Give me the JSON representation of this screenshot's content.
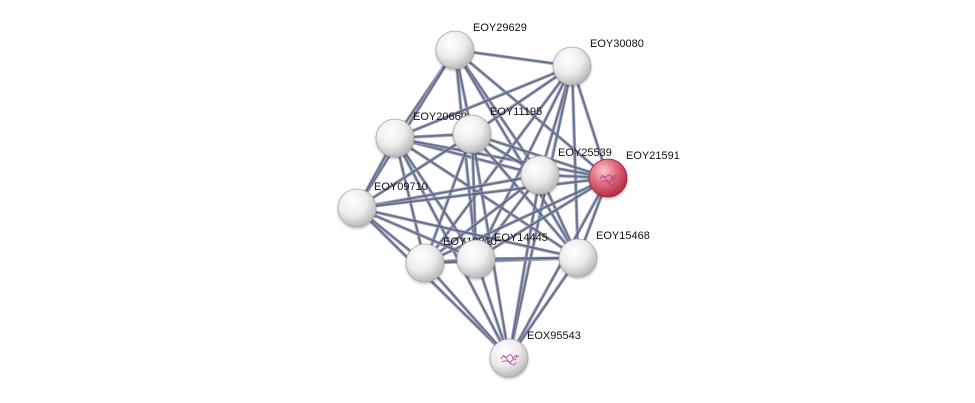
{
  "network": {
    "nodes": [
      {
        "id": "EOY29629",
        "label": "EOY29629",
        "color": "white"
      },
      {
        "id": "EOY30080",
        "label": "EOY30080",
        "color": "white"
      },
      {
        "id": "EOY20662",
        "label": "EOY20662",
        "color": "white"
      },
      {
        "id": "EOY11195",
        "label": "EOY11195",
        "color": "white"
      },
      {
        "id": "EOY25539",
        "label": "EOY25539",
        "color": "white"
      },
      {
        "id": "EOY21591",
        "label": "EOY21591",
        "color": "red",
        "has_structure": true
      },
      {
        "id": "EOY09710",
        "label": "EOY09710",
        "color": "white"
      },
      {
        "id": "EOY19810",
        "label": "EOY19810",
        "color": "white"
      },
      {
        "id": "EOY14445",
        "label": "EOY14445",
        "color": "white"
      },
      {
        "id": "EOY15468",
        "label": "EOY15468",
        "color": "white"
      },
      {
        "id": "EOX95543",
        "label": "EOX95543",
        "color": "white",
        "has_structure": true
      }
    ],
    "edges": [
      [
        "EOY29629",
        "EOY20662"
      ],
      [
        "EOY29629",
        "EOY11195"
      ],
      [
        "EOY29629",
        "EOY25539"
      ],
      [
        "EOY29629",
        "EOY21591"
      ],
      [
        "EOY29629",
        "EOY09710"
      ],
      [
        "EOY29629",
        "EOY14445"
      ],
      [
        "EOY29629",
        "EOY15468"
      ],
      [
        "EOY29629",
        "EOY30080"
      ],
      [
        "EOY30080",
        "EOY20662"
      ],
      [
        "EOY30080",
        "EOY11195"
      ],
      [
        "EOY30080",
        "EOY25539"
      ],
      [
        "EOY30080",
        "EOY21591"
      ],
      [
        "EOY30080",
        "EOY19810"
      ],
      [
        "EOY30080",
        "EOY14445"
      ],
      [
        "EOY30080",
        "EOY15468"
      ],
      [
        "EOY30080",
        "EOX95543"
      ],
      [
        "EOY20662",
        "EOY11195"
      ],
      [
        "EOY20662",
        "EOY25539"
      ],
      [
        "EOY20662",
        "EOY21591"
      ],
      [
        "EOY20662",
        "EOY09710"
      ],
      [
        "EOY20662",
        "EOY19810"
      ],
      [
        "EOY20662",
        "EOY14445"
      ],
      [
        "EOY20662",
        "EOY15468"
      ],
      [
        "EOY20662",
        "EOX95543"
      ],
      [
        "EOY11195",
        "EOY25539"
      ],
      [
        "EOY11195",
        "EOY21591"
      ],
      [
        "EOY11195",
        "EOY09710"
      ],
      [
        "EOY11195",
        "EOY19810"
      ],
      [
        "EOY11195",
        "EOY14445"
      ],
      [
        "EOY11195",
        "EOY15468"
      ],
      [
        "EOY11195",
        "EOX95543"
      ],
      [
        "EOY25539",
        "EOY21591"
      ],
      [
        "EOY25539",
        "EOY09710"
      ],
      [
        "EOY25539",
        "EOY19810"
      ],
      [
        "EOY25539",
        "EOY14445"
      ],
      [
        "EOY25539",
        "EOY15468"
      ],
      [
        "EOY25539",
        "EOX95543"
      ],
      [
        "EOY21591",
        "EOY09710"
      ],
      [
        "EOY21591",
        "EOY19810"
      ],
      [
        "EOY21591",
        "EOY14445"
      ],
      [
        "EOY21591",
        "EOY15468"
      ],
      [
        "EOY21591",
        "EOX95543"
      ],
      [
        "EOY09710",
        "EOY19810"
      ],
      [
        "EOY09710",
        "EOY14445"
      ],
      [
        "EOY09710",
        "EOY15468"
      ],
      [
        "EOY09710",
        "EOX95543"
      ],
      [
        "EOY19810",
        "EOY14445"
      ],
      [
        "EOY19810",
        "EOY15468"
      ],
      [
        "EOY19810",
        "EOX95543"
      ],
      [
        "EOY14445",
        "EOY15468"
      ],
      [
        "EOY14445",
        "EOX95543"
      ],
      [
        "EOY15468",
        "EOX95543"
      ]
    ],
    "colors": {
      "edge": "#4f5a7a",
      "edge_light": "#9aa3bb",
      "node_white_light": "#ffffff",
      "node_white_dark": "#bdbdbd",
      "node_red_light": "#f6b3bd",
      "node_red_dark": "#c9384e",
      "structure": "#b03a9a"
    }
  }
}
